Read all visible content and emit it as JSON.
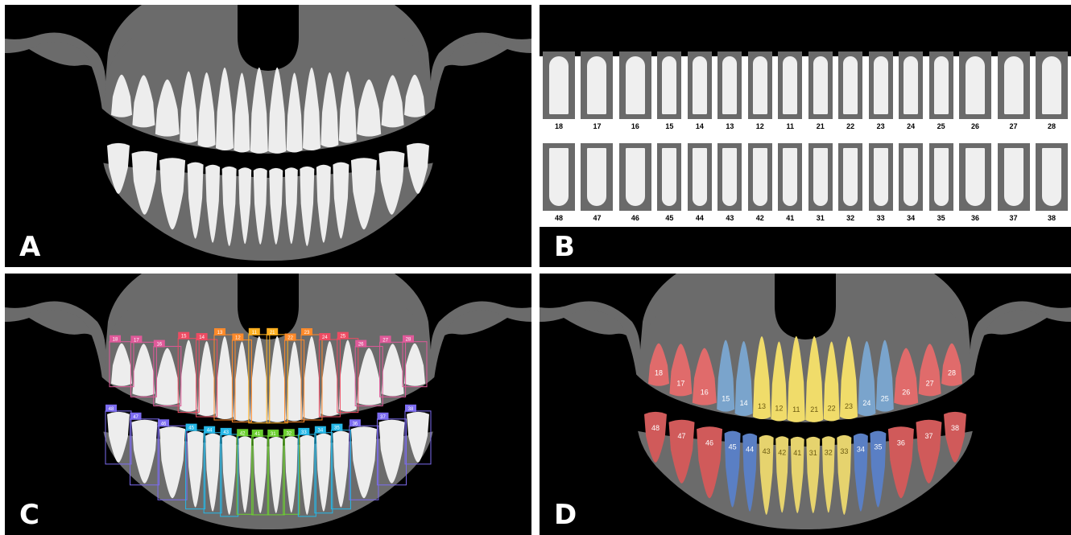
{
  "panels": {
    "a": {
      "label": "A"
    },
    "b": {
      "label": "B"
    },
    "c": {
      "label": "C"
    },
    "d": {
      "label": "D"
    }
  },
  "upper_teeth": [
    "18",
    "17",
    "16",
    "15",
    "14",
    "13",
    "12",
    "11",
    "21",
    "22",
    "23",
    "24",
    "25",
    "26",
    "27",
    "28"
  ],
  "lower_teeth": [
    "48",
    "47",
    "46",
    "45",
    "44",
    "43",
    "42",
    "41",
    "31",
    "32",
    "33",
    "34",
    "35",
    "36",
    "37",
    "38"
  ],
  "colors": {
    "bone": "#6b6b6b",
    "tooth": "#ededed",
    "background": "#000000",
    "molar": "#e06b6b",
    "premolar_upper": "#7aa4cc",
    "premolar_lower": "#5a7fc4",
    "anterior_upper": "#f0dc6a",
    "anterior_lower": "#e6d36e"
  },
  "icons": {
    "tooth": "tooth-icon"
  }
}
